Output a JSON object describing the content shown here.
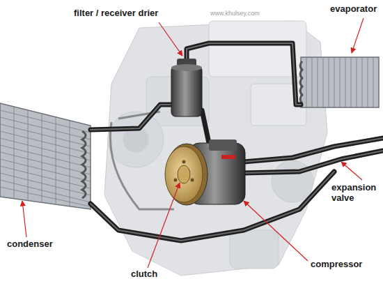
{
  "diagram": {
    "labels": [
      "filter / receiver drier",
      "evaporator",
      "expansion valve",
      "condenser",
      "clutch",
      "compressor",
      "www.khulsey.com"
    ]
  }
}
